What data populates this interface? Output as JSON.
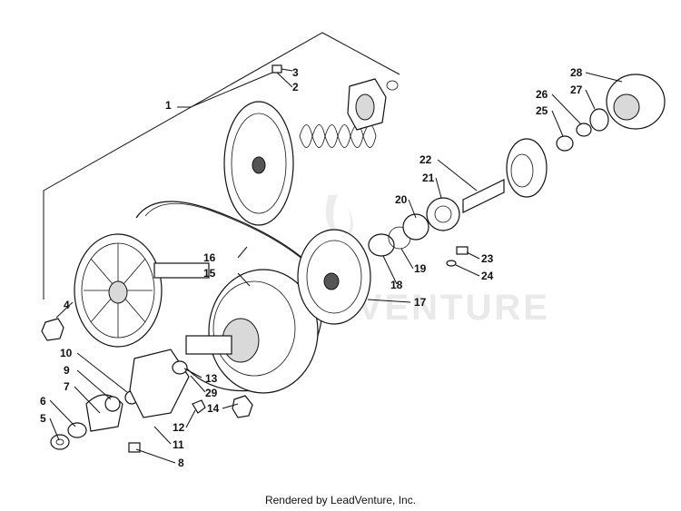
{
  "credit": "Rendered by LeadVenture, Inc.",
  "watermark": "ADVENTURE",
  "callouts": {
    "c1": "1",
    "c2": "2",
    "c3": "3",
    "c4": "4",
    "c5": "5",
    "c6": "6",
    "c7": "7",
    "c8": "8",
    "c9": "9",
    "c10": "10",
    "c11": "11",
    "c12": "12",
    "c13": "13",
    "c14": "14",
    "c15": "15",
    "c16": "16",
    "c17": "17",
    "c18": "18",
    "c19": "19",
    "c20": "20",
    "c21": "21",
    "c22": "22",
    "c23": "23",
    "c24": "24",
    "c25": "25",
    "c26": "26",
    "c27": "27",
    "c28": "28",
    "c29": "29"
  }
}
